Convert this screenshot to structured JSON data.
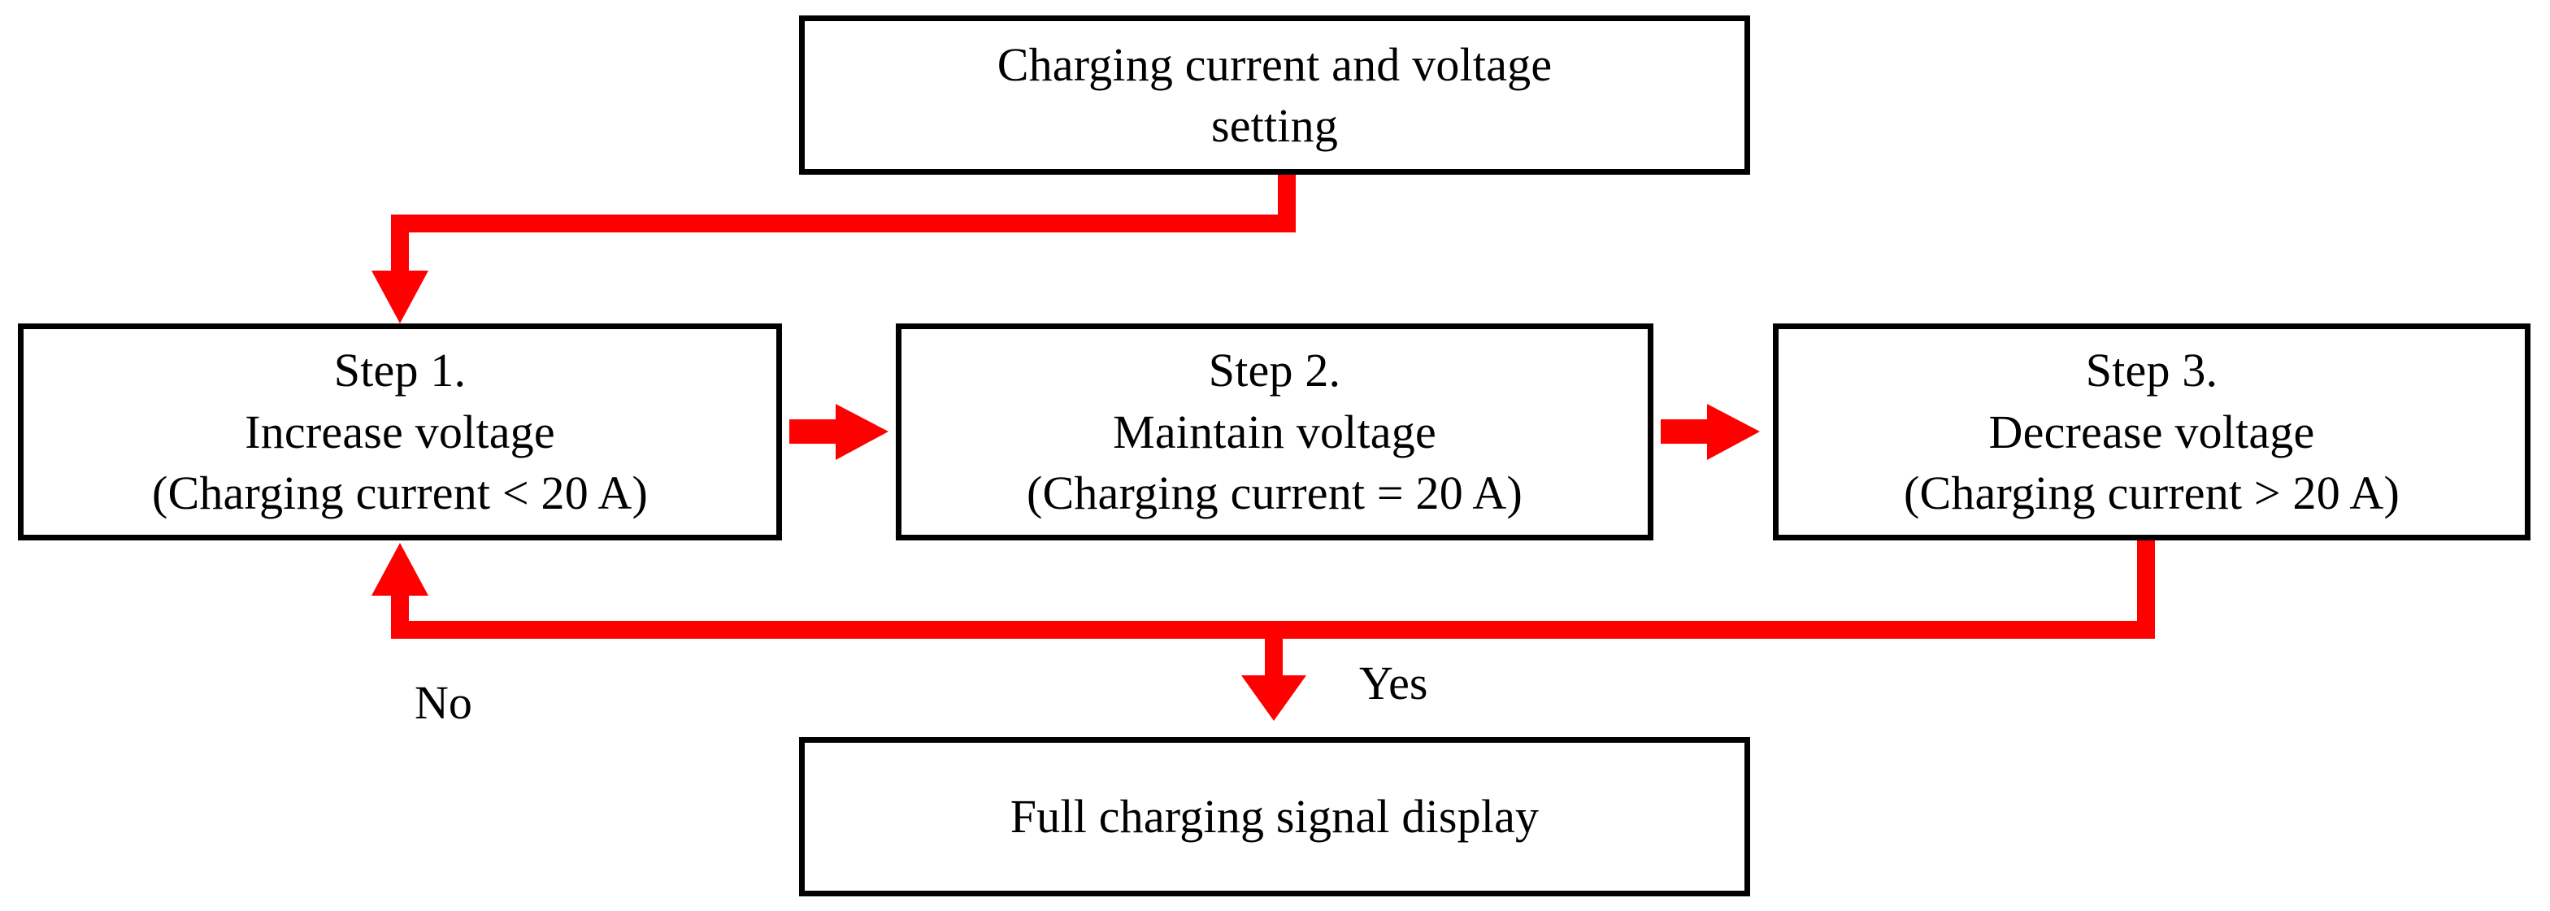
{
  "diagram": {
    "title": "Three-step battery charging control flowchart",
    "accent_color": "#FF0000",
    "line_color": "#000000",
    "background_color": "#FFFFFF",
    "nodes": {
      "setting": {
        "name": "charging-current-and-voltage-setting",
        "lines": [
          "Charging current and voltage",
          "setting"
        ]
      },
      "step1": {
        "name": "step-1-increase-voltage",
        "lines": [
          "Step 1.",
          "Increase voltage",
          "(Charging current < 20 A)"
        ]
      },
      "step2": {
        "name": "step-2-maintain-voltage",
        "lines": [
          "Step 2.",
          "Maintain voltage",
          "(Charging current = 20 A)"
        ]
      },
      "step3": {
        "name": "step-3-decrease-voltage",
        "lines": [
          "Step 3.",
          "Decrease voltage",
          "(Charging current > 20 A)"
        ]
      },
      "full": {
        "name": "full-charging-signal-display",
        "lines": [
          "Full charging signal display"
        ]
      }
    },
    "edge_labels": {
      "no": "No",
      "yes": "Yes"
    }
  },
  "chart_data": {
    "type": "diagram",
    "title": "Three-step battery charging control flowchart",
    "nodes": [
      {
        "id": "setting",
        "label": "Charging current and voltage setting",
        "shape": "rectangle"
      },
      {
        "id": "step1",
        "label": "Step 1. Increase voltage (Charging current < 20 A)",
        "shape": "rectangle"
      },
      {
        "id": "step2",
        "label": "Step 2. Maintain voltage (Charging current = 20 A)",
        "shape": "rectangle"
      },
      {
        "id": "step3",
        "label": "Step 3. Decrease voltage (Charging current > 20 A)",
        "shape": "rectangle"
      },
      {
        "id": "full",
        "label": "Full charging signal display",
        "shape": "rectangle"
      }
    ],
    "edges": [
      {
        "from": "setting",
        "to": "step1",
        "label": "",
        "color": "#FF0000"
      },
      {
        "from": "step1",
        "to": "step2",
        "label": "",
        "color": "#FF0000"
      },
      {
        "from": "step2",
        "to": "step3",
        "label": "",
        "color": "#FF0000"
      },
      {
        "from": "step3",
        "to": "step1",
        "label": "No",
        "color": "#FF0000"
      },
      {
        "from": "step3",
        "to": "full",
        "label": "Yes",
        "color": "#FF0000"
      }
    ]
  }
}
